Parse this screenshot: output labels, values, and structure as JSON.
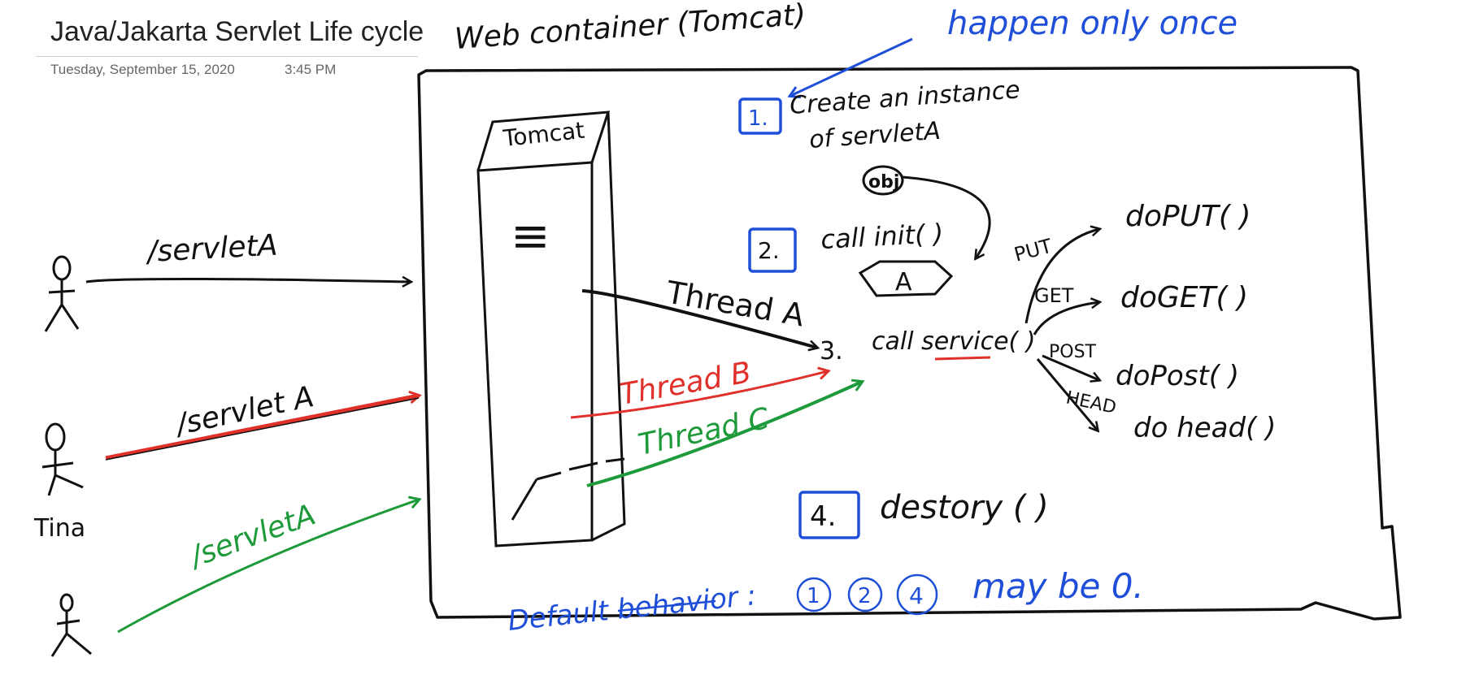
{
  "page": {
    "title": "Java/Jakarta Servlet Life cycle",
    "date": "Tuesday, September 15, 2020",
    "time": "3:45 PM"
  },
  "annotations": {
    "container_label": "Web container (Tomcat)",
    "once_note": "happen only once",
    "server_label": "Tomcat",
    "server_menu_glyph": "≡",
    "obj_label": "obj",
    "instance_label": "A",
    "default_behavior": "Default behavior :",
    "circled": [
      "1",
      "2",
      "4"
    ],
    "may_be_zero": "may be 0."
  },
  "requests": [
    {
      "label": "/servletA",
      "color": "#111111"
    },
    {
      "label": "/servlet A",
      "color": "#e0302a"
    },
    {
      "label": "/servletA",
      "color": "#1e9a3a"
    }
  ],
  "users": {
    "tina_label": "Tina"
  },
  "threads": [
    {
      "label": "Thread A",
      "color": "#111111"
    },
    {
      "label": "Thread B",
      "color": "#e0302a"
    },
    {
      "label": "Thread C",
      "color": "#1e9a3a"
    }
  ],
  "steps": [
    {
      "num": "1.",
      "line1": "Create an instance",
      "line2": "of servletA"
    },
    {
      "num": "2.",
      "line1": "call init( )"
    },
    {
      "num": "3.",
      "line1": "call service( )"
    },
    {
      "num": "4.",
      "line1": "destory ( )"
    }
  ],
  "methods": [
    {
      "verb": "PUT",
      "method": "doPUT( )"
    },
    {
      "verb": "GET",
      "method": "doGET( )"
    },
    {
      "verb": "POST",
      "method": "doPost( )"
    },
    {
      "verb": "HEAD",
      "method": "do head( )"
    }
  ],
  "colors": {
    "ink": "#111111",
    "blue": "#1f4fd8",
    "red": "#e0302a",
    "green": "#1e9a3a"
  }
}
